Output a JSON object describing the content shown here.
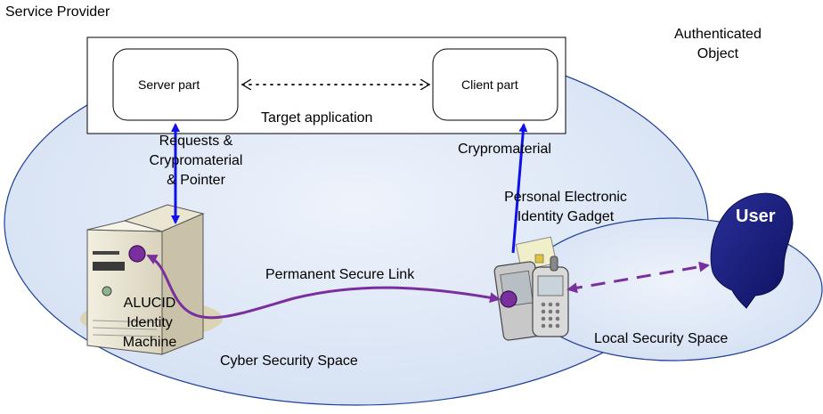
{
  "labels": {
    "service_provider": "Service Provider",
    "authenticated_object": "Authenticated\nObject",
    "server_part": "Server part",
    "client_part": "Client part",
    "target_application": "Target application",
    "requests": "Requests &\nCrypromaterial\n& Pointer",
    "crypromaterial": "Crypromaterial",
    "gadget": "Personal Electronic\nIdentity Gadget",
    "user": "User",
    "permanent_link": "Permanent Secure Link",
    "alucid_machine": "ALUCID\nIdentity\nMachine",
    "cyber_space": "Cyber Security Space",
    "local_space": "Local Security Space"
  },
  "colors": {
    "ellipse_fill": "#dde7f6",
    "ellipse_stroke": "#1f3f9a",
    "link_purple": "#7a2f9e",
    "arrow_blue": "#1010e8",
    "user_navy": "#1a1f7a"
  },
  "icons": {
    "server": "server-tower-icon",
    "phone": "mobile-phones-icon",
    "user": "user-head-icon"
  }
}
